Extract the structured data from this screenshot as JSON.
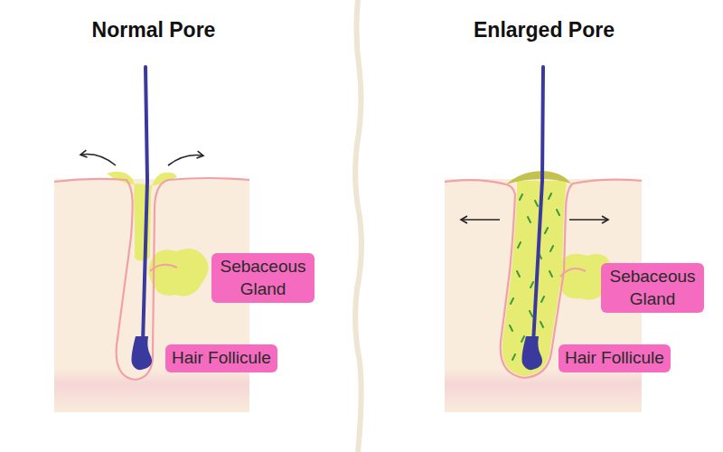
{
  "diagram": {
    "nodes": [
      {
        "text": [
          "Sebaceous Gland"
        ]
      },
      {
        "text": [
          "Hair Follicule"
        ]
      },
      {
        "text": [
          "Sebaceous Gland"
        ]
      },
      {
        "text": [
          "Hair Follicule"
        ]
      }
    ],
    "labels": [
      "Normal Pore",
      "Enlarged Pore"
    ]
  }
}
